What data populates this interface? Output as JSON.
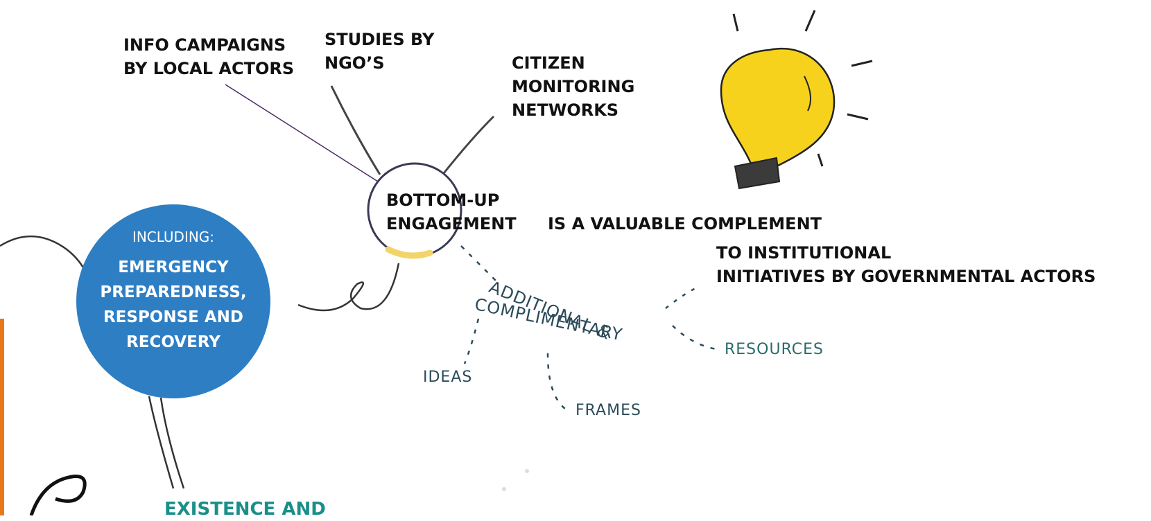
{
  "labels": {
    "info_campaigns": [
      "INFO CAMPAIGNS",
      "BY LOCAL ACTORS"
    ],
    "studies": [
      "STUDIES BY",
      "NGO’S"
    ],
    "citizen": [
      "CITIZEN",
      "MONITORING",
      "NETWORKS"
    ],
    "bottom_up": [
      "BOTTOM-UP",
      "ENGAGEMENT"
    ],
    "valuable": "IS A VALUABLE COMPLEMENT",
    "institutional": [
      "TO INSTITUTIONAL",
      "INITIATIVES BY GOVERNMENTAL ACTORS"
    ]
  },
  "blue_circle": {
    "heading": "INCLUDING:",
    "lines": [
      "EMERGENCY",
      "PREPAREDNESS,",
      "RESPONSE AND",
      "RECOVERY"
    ]
  },
  "bottom_label": "EXISTENCE AND",
  "handwritten": {
    "word1": "ADDITIONAL &",
    "word2": "COMPLIMENTARY",
    "ideas": "IDEAS",
    "frames": "FRAMES",
    "resources": "RESOURCES"
  },
  "colors": {
    "blue_circle": "#2e7ec4",
    "bulb": "#f7d21c",
    "teal": "#1a8f8a",
    "ink": "#2b4b5a"
  }
}
